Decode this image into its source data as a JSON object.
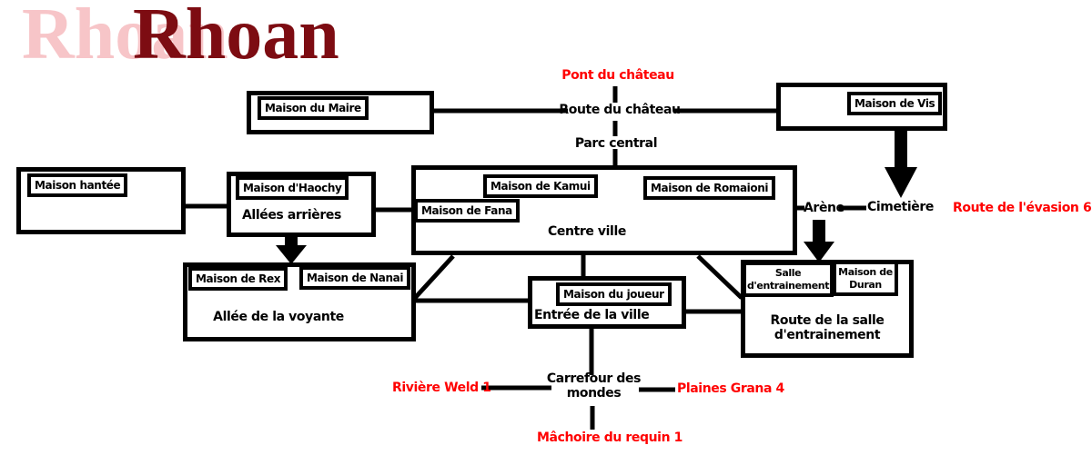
{
  "title": {
    "text": "Rhoan",
    "echo_text": "Rhoan"
  },
  "colors": {
    "title_front": "#7d0c12",
    "title_back": "#f7c5c8",
    "red": "#ff0000",
    "ink": "#000000"
  },
  "nodes": {
    "pont_du_chateau": "Pont du château",
    "route_du_chateau": "Route du château",
    "parc_central": "Parc central",
    "maison_du_maire": "Maison du Maire",
    "maison_de_vis": "Maison de Vis",
    "maison_hantee": "Maison hantée",
    "maison_dhaochy": "Maison d'Haochy",
    "allees_arrieres": "Allées arrières",
    "maison_de_kamui": "Maison de Kamui",
    "maison_de_romaioni": "Maison de Romaioni",
    "maison_de_fana": "Maison de Fana",
    "centre_ville": "Centre ville",
    "arene": "Arène",
    "cimetiere": "Cimetière",
    "route_de_levasion": "Route de l'évasion 6",
    "maison_de_rex": "Maison de Rex",
    "maison_de_nanai": "Maison de Nanai",
    "allee_de_la_voyante": "Allée de la voyante",
    "maison_du_joueur": "Maison du joueur",
    "entree_de_la_ville": "Entrée de la ville",
    "salle_dentrainement": "Salle d'entrainement",
    "maison_de_duran": "Maison de Duran",
    "route_de_la_salle": "Route de la salle d'entrainement",
    "carrefour_des_mondes": "Carrefour des mondes",
    "riviere_weld": "Rivière Weld 1",
    "plaines_grana": "Plaines Grana 4",
    "machoire_du_requin": "Mâchoire du requin 1"
  }
}
